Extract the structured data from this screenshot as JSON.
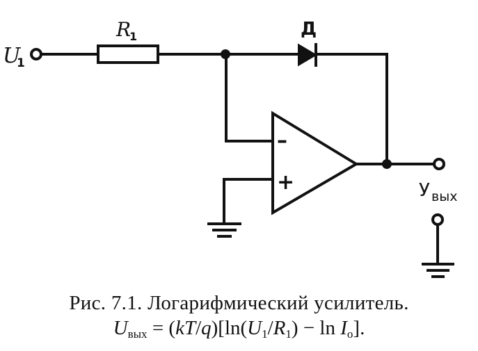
{
  "labels": {
    "input": "U",
    "input_sub": "1",
    "resistor": "R",
    "resistor_sub": "1",
    "diode": "Д",
    "output": "У",
    "output_sub": "вых",
    "minus": "–",
    "plus": "+"
  },
  "caption": {
    "line1": "Рис. 7.1. Логарифмический усилитель.",
    "formula": {
      "lhs": "U",
      "lhs_sub": "вых",
      "eq": " = (",
      "kt": "kT",
      "slash": "/",
      "q": "q",
      "mid": ")[ln(",
      "u": "U",
      "u_sub": "1",
      "slash2": "/",
      "r": "R",
      "r_sub": "1",
      "minus": ") − ln ",
      "i": "I",
      "i_sub": "o",
      "end": "]."
    }
  },
  "colors": {
    "ink": "#111111",
    "paper": "#ffffff"
  }
}
